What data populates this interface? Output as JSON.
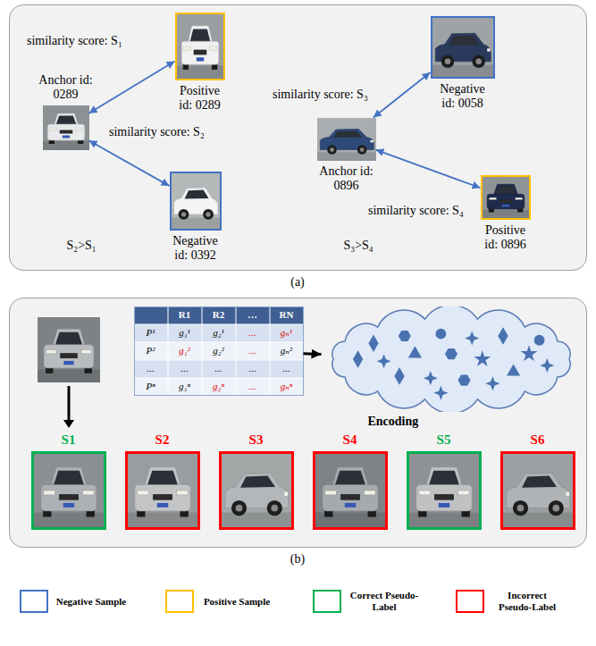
{
  "diagram": {
    "nodes": [
      {
        "text": [
          "S₂>S₁",
          "S₃>S₄",
          "(a)"
        ]
      },
      {
        "text": [
          "Anchor id: 0289"
        ],
        "in": 0
      },
      {
        "text": [
          "Positive id: 0289"
        ],
        "in": 0
      },
      {
        "text": [
          "Negative id: 0392"
        ],
        "in": 0
      },
      {
        "text": [
          "Negative id: 0058"
        ],
        "in": 0
      },
      {
        "text": [
          "Anchor id: 0896"
        ],
        "in": 0
      },
      {
        "text": [
          "Positive id: 0896"
        ],
        "in": 0
      },
      {
        "text": [
          "(b)"
        ]
      },
      {
        "text": [
          "R1",
          "R2",
          "…",
          "RN",
          "P¹",
          "g₁¹",
          "g₂¹",
          "...",
          "gₙ¹",
          "P²",
          "g₁²",
          "g₂²",
          "...",
          "gₙ²",
          "...",
          "...",
          "...",
          "...",
          "...",
          "Pⁿ",
          "g₁ⁿ",
          "g₂ⁿ",
          "...",
          "gₙⁿ"
        ],
        "in": 7
      },
      {
        "text": [
          "Encoding"
        ],
        "in": 7
      },
      {
        "text": [
          "S1"
        ],
        "in": 7
      },
      {
        "text": [
          "S2"
        ],
        "in": 7
      },
      {
        "text": [
          "S3"
        ],
        "in": 7
      },
      {
        "text": [
          "S4"
        ],
        "in": 7
      },
      {
        "text": [
          "S5"
        ],
        "in": 7
      },
      {
        "text": [
          "S6"
        ],
        "in": 7
      }
    ],
    "edges": [
      {
        "from": 1,
        "to": 2,
        "arrow": "both",
        "label": "similarity score: S₁"
      },
      {
        "from": 1,
        "to": 3,
        "arrow": "both",
        "label": "similarity score: S₂"
      },
      {
        "from": 5,
        "to": 4,
        "arrow": "both",
        "label": "similarity score: S₃"
      },
      {
        "from": 5,
        "to": 6,
        "arrow": "both",
        "label": "similarity score: S₄"
      },
      {
        "from": 8,
        "to": 9,
        "arrow": "to"
      }
    ],
    "legend": [
      {
        "text": "Negative Sample",
        "color": "#4472c4"
      },
      {
        "text": "Positive Sample",
        "color": "#ffc000"
      },
      {
        "text": "Correct Pseudo-Label",
        "color": "#00b050"
      },
      {
        "text": "Incorrect Pseudo-Label",
        "color": "#ff0000"
      }
    ]
  }
}
